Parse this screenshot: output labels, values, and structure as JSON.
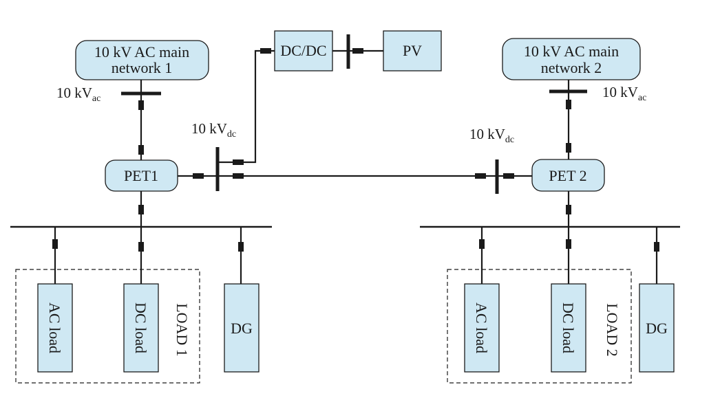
{
  "colors": {
    "box_fill": "#cfe8f3",
    "line": "#1a1a1a",
    "breaker": "#1a1a1a"
  },
  "main_network_1": {
    "line1": "10 kV AC main",
    "line2": "network 1"
  },
  "main_network_2": {
    "line1": "10 kV AC main",
    "line2": "network 2"
  },
  "dcdc": "DC/DC",
  "pv": "PV",
  "pet1": "PET1",
  "pet2": "PET 2",
  "voltage_ac_left": {
    "base": "10 kV",
    "sub": "ac"
  },
  "voltage_ac_right": {
    "base": "10 kV",
    "sub": "ac"
  },
  "voltage_dc_left": {
    "base": "10 kV",
    "sub": "dc"
  },
  "voltage_dc_right": {
    "base": "10 kV",
    "sub": "dc"
  },
  "left_loads": {
    "ac_load": "AC load",
    "dc_load": "DC load",
    "group_label": "LOAD 1",
    "dg": "DG"
  },
  "right_loads": {
    "ac_load": "AC load",
    "dc_load": "DC load",
    "group_label": "LOAD 2",
    "dg": "DG"
  }
}
